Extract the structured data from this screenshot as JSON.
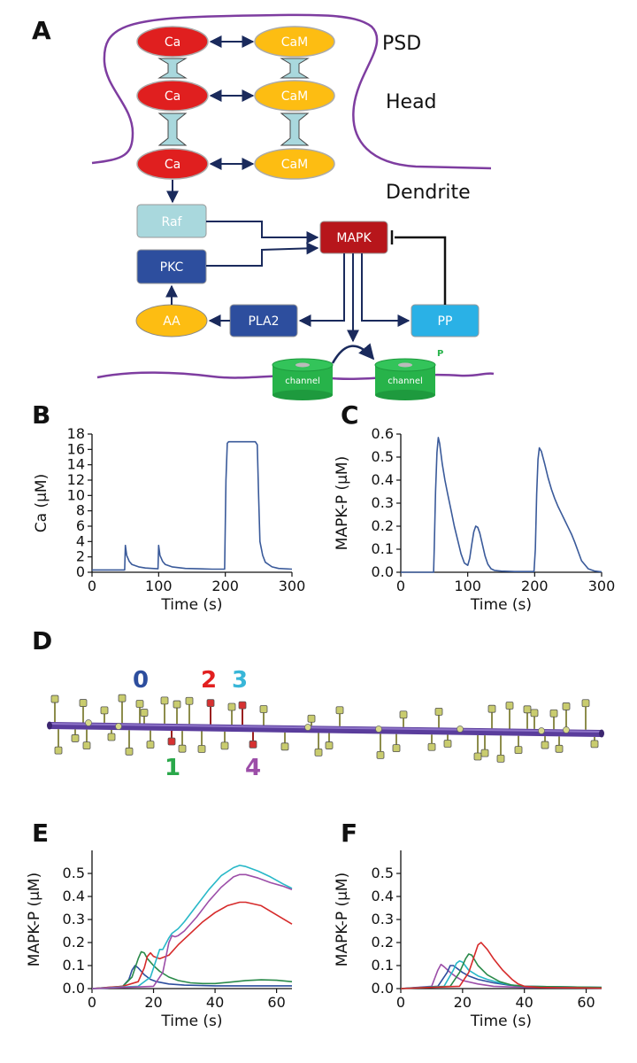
{
  "figure": {
    "panel_a": {
      "letter": "A",
      "regions": {
        "psd": "PSD",
        "head": "Head",
        "dendrite": "Dendrite"
      },
      "nodes": {
        "ca": "Ca",
        "cam": "CaM",
        "raf": "Raf",
        "pkc": "PKC",
        "aa": "AA",
        "mapk": "MAPK",
        "pla2": "PLA2",
        "pp": "PP",
        "channel": "channel",
        "phospho": "P"
      },
      "colors": {
        "ca": "#e01f1f",
        "cam": "#fdbd12",
        "raf": "#a9d8dd",
        "pkc": "#2d4e9e",
        "mapk": "#b7161b",
        "pp": "#2ab1e6",
        "channel": "#27b34a",
        "membrane": "#7e3da0",
        "arrow": "#1a2a5c"
      }
    },
    "panel_d": {
      "letter": "D",
      "spine_labels": [
        {
          "label": "0",
          "color": "#2d4e9e"
        },
        {
          "label": "1",
          "color": "#2aa84a"
        },
        {
          "label": "2",
          "color": "#e22020"
        },
        {
          "label": "3",
          "color": "#38b6d8"
        },
        {
          "label": "4",
          "color": "#9c4ea8"
        }
      ]
    }
  },
  "chart_data": [
    {
      "panel": "B",
      "type": "line",
      "xlabel": "Time (s)",
      "ylabel": "Ca (μM)",
      "xlim": [
        0,
        300
      ],
      "ylim": [
        0,
        18
      ],
      "xticks": [
        "0",
        "100",
        "200",
        "300"
      ],
      "yticks": [
        "0",
        "2",
        "4",
        "6",
        "8",
        "10",
        "12",
        "14",
        "16",
        "18"
      ],
      "series": [
        {
          "color": "#3a5a9a",
          "x": [
            0,
            49,
            50,
            52,
            56,
            60,
            70,
            80,
            90,
            99,
            100,
            102,
            106,
            110,
            120,
            140,
            160,
            180,
            199,
            201,
            203,
            205,
            245,
            248,
            250,
            252,
            256,
            260,
            270,
            280,
            300
          ],
          "y": [
            0.3,
            0.3,
            3.5,
            2.2,
            1.4,
            1.0,
            0.7,
            0.55,
            0.5,
            0.45,
            3.5,
            2.2,
            1.4,
            1.0,
            0.7,
            0.5,
            0.45,
            0.4,
            0.4,
            12.0,
            16.8,
            17.0,
            17.0,
            16.6,
            10.0,
            4.0,
            2.2,
            1.3,
            0.7,
            0.5,
            0.4
          ]
        }
      ]
    },
    {
      "panel": "C",
      "type": "line",
      "xlabel": "Time (s)",
      "ylabel": "MAPK-P (μM)",
      "xlim": [
        0,
        300
      ],
      "ylim": [
        0,
        0.6
      ],
      "xticks": [
        "0",
        "100",
        "200",
        "300"
      ],
      "yticks": [
        "0.0",
        "0.1",
        "0.2",
        "0.3",
        "0.4",
        "0.5",
        "0.6"
      ],
      "series": [
        {
          "color": "#3a5a9a",
          "x": [
            0,
            49,
            50,
            52,
            54,
            56,
            58,
            62,
            66,
            70,
            75,
            80,
            85,
            90,
            95,
            100,
            103,
            106,
            109,
            112,
            115,
            118,
            122,
            126,
            130,
            135,
            140,
            150,
            170,
            199,
            201,
            203,
            205,
            207,
            210,
            215,
            220,
            225,
            230,
            235,
            240,
            245,
            250,
            255,
            260,
            265,
            270,
            280,
            290,
            300
          ],
          "y": [
            0.0,
            0.0,
            0.1,
            0.35,
            0.52,
            0.585,
            0.56,
            0.47,
            0.4,
            0.34,
            0.27,
            0.2,
            0.14,
            0.08,
            0.04,
            0.03,
            0.06,
            0.12,
            0.175,
            0.2,
            0.195,
            0.17,
            0.12,
            0.07,
            0.035,
            0.015,
            0.008,
            0.005,
            0.003,
            0.003,
            0.1,
            0.34,
            0.49,
            0.54,
            0.525,
            0.47,
            0.41,
            0.36,
            0.32,
            0.285,
            0.255,
            0.225,
            0.195,
            0.165,
            0.13,
            0.09,
            0.05,
            0.015,
            0.005,
            0.002
          ]
        }
      ]
    },
    {
      "panel": "E",
      "type": "line",
      "xlabel": "Time (s)",
      "ylabel": "MAPK-P (μM)",
      "xlim": [
        0,
        65
      ],
      "ylim": [
        0,
        0.6
      ],
      "xticks": [
        "0",
        "20",
        "40",
        "60"
      ],
      "yticks": [
        "0.0",
        "0.1",
        "0.2",
        "0.3",
        "0.4",
        "0.5"
      ],
      "series": [
        {
          "color": "#2d4e9e",
          "x": [
            0,
            5,
            10,
            12,
            13,
            14,
            15,
            17,
            19,
            21,
            25,
            30,
            40,
            50,
            65
          ],
          "y": [
            0,
            0.002,
            0.01,
            0.04,
            0.08,
            0.1,
            0.09,
            0.06,
            0.04,
            0.03,
            0.02,
            0.015,
            0.012,
            0.012,
            0.012
          ]
        },
        {
          "color": "#2a8a4a",
          "x": [
            0,
            10,
            13,
            15,
            16,
            17,
            18,
            20,
            22,
            25,
            28,
            32,
            36,
            40,
            45,
            50,
            55,
            60,
            65
          ],
          "y": [
            0,
            0.01,
            0.05,
            0.13,
            0.16,
            0.155,
            0.13,
            0.1,
            0.075,
            0.05,
            0.035,
            0.025,
            0.022,
            0.022,
            0.028,
            0.035,
            0.038,
            0.036,
            0.03
          ]
        },
        {
          "color": "#d62a2a",
          "x": [
            0,
            10,
            15,
            17,
            18,
            19,
            20,
            22,
            25,
            28,
            32,
            36,
            40,
            44,
            48,
            50,
            55,
            60,
            65
          ],
          "y": [
            0,
            0.01,
            0.03,
            0.09,
            0.14,
            0.155,
            0.14,
            0.13,
            0.145,
            0.19,
            0.24,
            0.29,
            0.33,
            0.36,
            0.375,
            0.375,
            0.36,
            0.32,
            0.28
          ]
        },
        {
          "color": "#28b8c8",
          "x": [
            0,
            15,
            19,
            21,
            22,
            23,
            25,
            26,
            28,
            30,
            34,
            38,
            42,
            46,
            48,
            50,
            54,
            58,
            62,
            65
          ],
          "y": [
            0,
            0.01,
            0.05,
            0.13,
            0.17,
            0.17,
            0.22,
            0.24,
            0.26,
            0.29,
            0.36,
            0.43,
            0.49,
            0.525,
            0.535,
            0.53,
            0.51,
            0.485,
            0.455,
            0.435
          ]
        },
        {
          "color": "#9c4ea8",
          "x": [
            0,
            20,
            23,
            25,
            26,
            27,
            28,
            30,
            34,
            38,
            42,
            46,
            48,
            50,
            54,
            58,
            62,
            65
          ],
          "y": [
            0,
            0.01,
            0.07,
            0.2,
            0.23,
            0.225,
            0.23,
            0.25,
            0.31,
            0.38,
            0.44,
            0.485,
            0.495,
            0.495,
            0.48,
            0.46,
            0.445,
            0.43
          ]
        }
      ]
    },
    {
      "panel": "F",
      "type": "line",
      "xlabel": "Time (s)",
      "ylabel": "MAPK-P (μM)",
      "xlim": [
        0,
        65
      ],
      "ylim": [
        0,
        0.6
      ],
      "xticks": [
        "0",
        "20",
        "40",
        "60"
      ],
      "yticks": [
        "0.0",
        "0.1",
        "0.2",
        "0.3",
        "0.4",
        "0.5"
      ],
      "series": [
        {
          "color": "#9c4ea8",
          "x": [
            0,
            10,
            12,
            13,
            14,
            16,
            18,
            20,
            25,
            30,
            40,
            65
          ],
          "y": [
            0,
            0.01,
            0.08,
            0.105,
            0.095,
            0.07,
            0.05,
            0.035,
            0.02,
            0.01,
            0.005,
            0.002
          ]
        },
        {
          "color": "#2d4e9e",
          "x": [
            0,
            12,
            15,
            16,
            17,
            18,
            20,
            22,
            25,
            30,
            35,
            40,
            65
          ],
          "y": [
            0,
            0.01,
            0.07,
            0.1,
            0.1,
            0.09,
            0.07,
            0.055,
            0.04,
            0.025,
            0.015,
            0.01,
            0.005
          ]
        },
        {
          "color": "#28b8c8",
          "x": [
            0,
            14,
            17,
            18,
            19,
            20,
            22,
            25,
            28,
            32,
            36,
            40,
            65
          ],
          "y": [
            0,
            0.01,
            0.08,
            0.11,
            0.12,
            0.115,
            0.08,
            0.055,
            0.04,
            0.025,
            0.015,
            0.01,
            0.005
          ]
        },
        {
          "color": "#2a8a4a",
          "x": [
            0,
            16,
            19,
            21,
            22,
            23,
            25,
            28,
            32,
            36,
            40,
            65
          ],
          "y": [
            0,
            0.01,
            0.07,
            0.13,
            0.15,
            0.145,
            0.1,
            0.06,
            0.03,
            0.015,
            0.01,
            0.005
          ]
        },
        {
          "color": "#d62a2a",
          "x": [
            0,
            19,
            22,
            24,
            25,
            26,
            28,
            30,
            33,
            36,
            38,
            40,
            45,
            65
          ],
          "y": [
            0,
            0.01,
            0.07,
            0.15,
            0.19,
            0.2,
            0.17,
            0.13,
            0.08,
            0.04,
            0.02,
            0.01,
            0.005,
            0.002
          ]
        }
      ]
    }
  ]
}
